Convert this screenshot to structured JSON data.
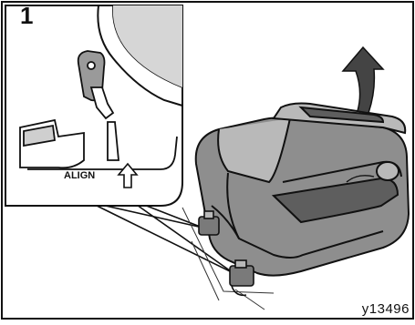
{
  "step_number": "1",
  "inset_label": "ALIGN",
  "figure_code": "y13496",
  "colors": {
    "line": "#111111",
    "seat_fill": "#8e8e8e",
    "seat_dark": "#5e5e5e",
    "seat_light": "#b9b9b9",
    "background": "#ffffff"
  },
  "icons": [
    "up-arrow-icon",
    "curved-lift-arrow-icon",
    "latch-hook-icon"
  ]
}
